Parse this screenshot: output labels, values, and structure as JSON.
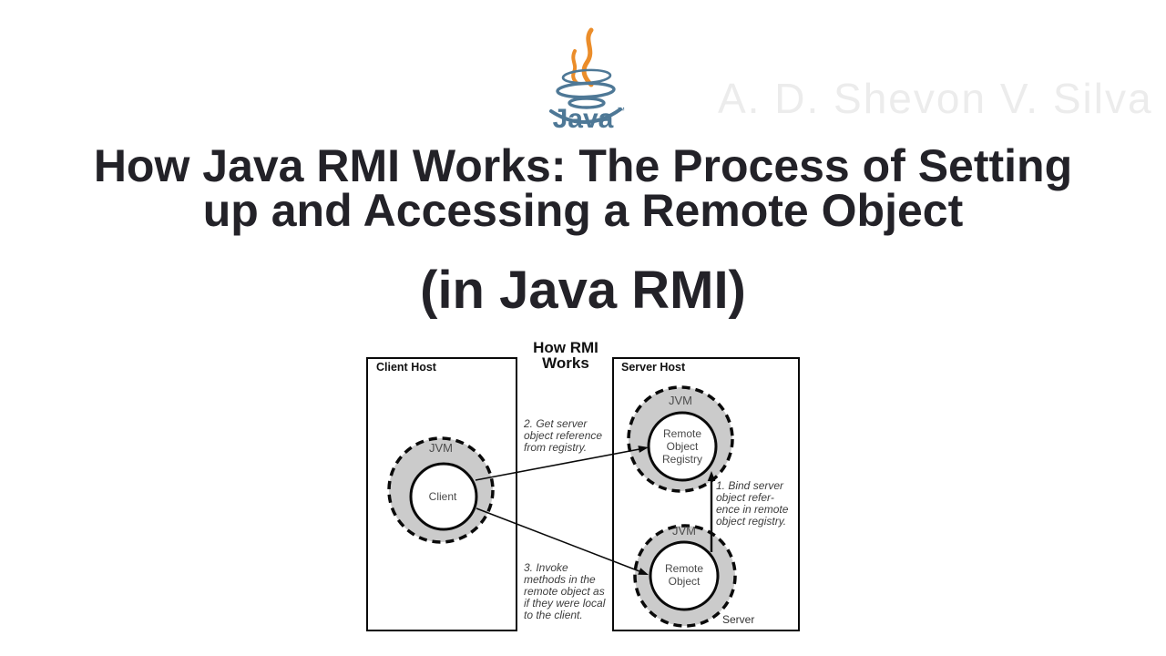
{
  "watermark": "A. D. Shevon V. Silva",
  "logo": {
    "wordmark": "Java",
    "trademark": "™",
    "blue": "#4E7896",
    "orange": "#EB8D2A"
  },
  "title": {
    "line1": "How Java RMI Works: The Process of Setting",
    "line2": "up and Accessing a Remote Object"
  },
  "subtitle": "(in Java RMI)",
  "diagram": {
    "heading": {
      "line1": "How RMI",
      "line2": "Works"
    },
    "client_host": {
      "label": "Client Host",
      "jvm_label": "JVM",
      "client_label": "Client"
    },
    "server_host": {
      "label": "Server Host",
      "server_label": "Server",
      "registry": {
        "jvm_label": "JVM",
        "lines": [
          "Remote",
          "Object",
          "Registry"
        ]
      },
      "remote_object": {
        "jvm_label": "JVM",
        "lines": [
          "Remote",
          "Object"
        ]
      }
    },
    "annotations": {
      "step1": {
        "lines": [
          "1. Bind server",
          "object refer-",
          "ence in remote",
          "object registry."
        ]
      },
      "step2": {
        "lines": [
          "2. Get server",
          "object reference",
          "from registry."
        ]
      },
      "step3": {
        "lines": [
          "3. Invoke",
          "methods in the",
          "remote object as",
          "if they were local",
          "to the client."
        ]
      }
    },
    "colors": {
      "jvm_ring_fill": "#cbcbcb",
      "line_color": "#0a0a0a",
      "title_color": "#232228",
      "watermark_color": "#ececec"
    }
  }
}
